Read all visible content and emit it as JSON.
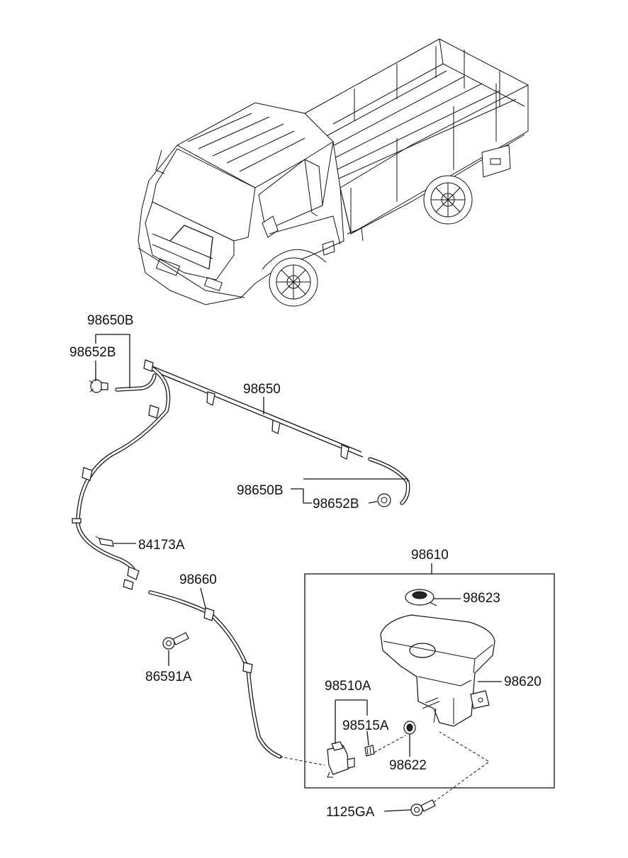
{
  "diagram": {
    "labels": {
      "p98650B_top": "98650B",
      "p98652B_top": "98652B",
      "p98650": "98650",
      "p98650B_mid": "98650B",
      "p98652B_mid": "98652B",
      "p84173A": "84173A",
      "p98660": "98660",
      "p86591A": "86591A",
      "p98610": "98610",
      "p98623": "98623",
      "p98620": "98620",
      "p98510A": "98510A",
      "p98515A": "98515A",
      "p98622": "98622",
      "p1125GA": "1125GA"
    }
  }
}
